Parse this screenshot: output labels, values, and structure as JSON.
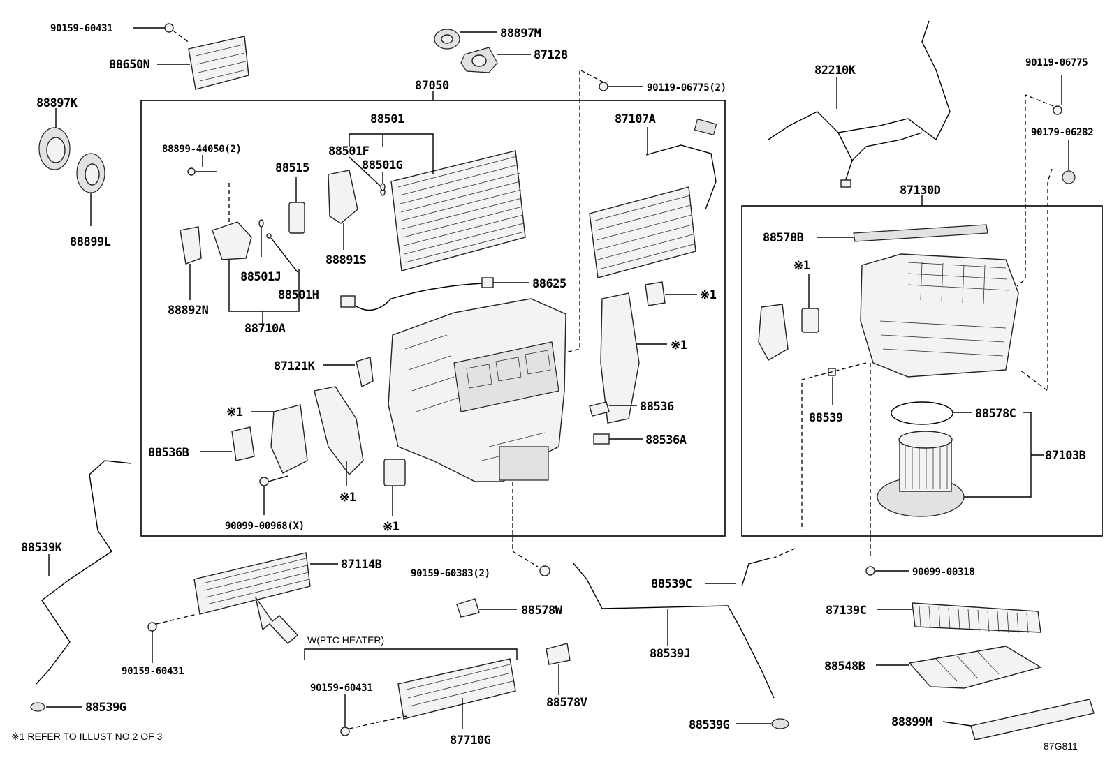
{
  "diagram": {
    "code": "87G811",
    "note": "※1 REFER TO ILLUST NO.2 OF 3",
    "ptc_label": "W(PTC HEATER)",
    "callouts": {
      "c90159_60431_top": "90159-60431",
      "c88650N": "88650N",
      "c88897K": "88897K",
      "c88899L": "88899L",
      "c88897M": "88897M",
      "c87128": "87128",
      "c87050": "87050",
      "c90119_06775_2": "90119-06775(2)",
      "c88501": "88501",
      "c87107A": "87107A",
      "c88899_44050_2": "88899-44050(2)",
      "c88515": "88515",
      "c88501F": "88501F",
      "c88501G": "88501G",
      "c88891S": "88891S",
      "c88501J": "88501J",
      "c88501H": "88501H",
      "c88892N": "88892N",
      "c88710A": "88710A",
      "c88625": "88625",
      "c87121K": "87121K",
      "c88536": "88536",
      "c88536A": "88536A",
      "c88536B": "88536B",
      "c90099_00968_X": "90099-00968(X)",
      "c88539K": "88539K",
      "c87114B": "87114B",
      "c90159_60383_2": "90159-60383(2)",
      "c88578W": "88578W",
      "c90159_60431_mid": "90159-60431",
      "c88539G_left": "88539G",
      "c90159_60431_ptc": "90159-60431",
      "c87710G": "87710G",
      "c88578V": "88578V",
      "c88539C": "88539C",
      "c88539J": "88539J",
      "c88539G_right": "88539G",
      "c82210K": "82210K",
      "c90119_06775": "90119-06775",
      "c90179_06282": "90179-06282",
      "c87130D": "87130D",
      "c88578B": "88578B",
      "c88539": "88539",
      "c88578C": "88578C",
      "c87103B": "87103B",
      "c90099_00318": "90099-00318",
      "c87139C": "87139C",
      "c88548B": "88548B",
      "c88899M": "88899M",
      "ref1_a": "※1",
      "ref1_b": "※1",
      "ref1_c": "※1",
      "ref1_d": "※1",
      "ref1_e": "※1",
      "ref1_f": "※1"
    }
  }
}
